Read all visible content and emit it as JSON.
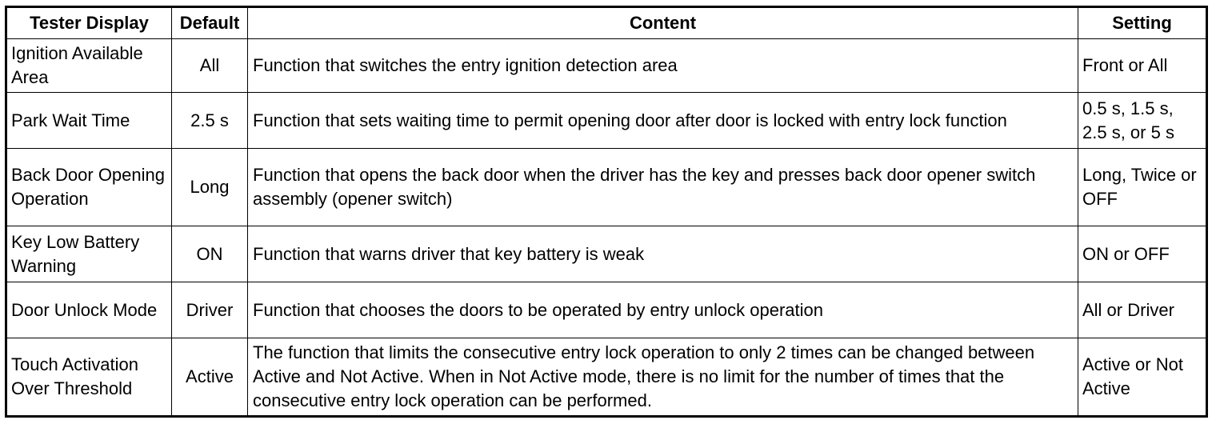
{
  "table": {
    "headers": {
      "display": "Tester Display",
      "default": "Default",
      "content": "Content",
      "setting": "Setting"
    },
    "rows": [
      {
        "display": "Ignition Available Area",
        "default": "All",
        "content": "Function that switches the entry ignition detection area",
        "setting": "Front or All"
      },
      {
        "display": "Park Wait Time",
        "default": "2.5 s",
        "content": "Function that sets waiting time to permit opening door after door is locked with entry lock function",
        "setting": "0.5 s, 1.5 s, 2.5 s, or 5 s"
      },
      {
        "display": "Back Door Opening Operation",
        "default": "Long",
        "content": "Function that opens the back door when the driver has the key and presses back door opener switch assembly (opener switch)",
        "setting": "Long, Twice or OFF"
      },
      {
        "display": "Key Low Battery Warning",
        "default": "ON",
        "content": "Function that warns driver that key battery is weak",
        "setting": "ON or OFF"
      },
      {
        "display": "Door Unlock Mode",
        "default": "Driver",
        "content": "Function that chooses the doors to be operated by entry unlock operation",
        "setting": "All or Driver"
      },
      {
        "display": "Touch Activation Over Threshold",
        "default": "Active",
        "content": "The function that limits the consecutive entry lock operation to only 2 times can be changed between Active and Not Active. When in Not Active mode, there is no limit for the number of times that the consecutive entry lock operation can be performed.",
        "setting": "Active or Not Active"
      }
    ]
  }
}
